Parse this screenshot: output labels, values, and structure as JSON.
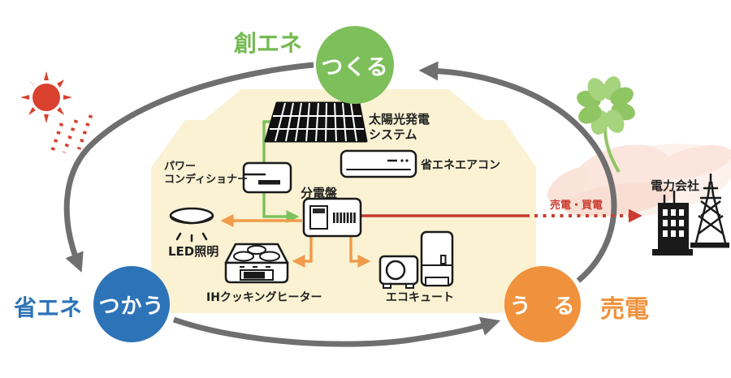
{
  "colors": {
    "create_green": "#7dbf5a",
    "use_blue": "#2d73b7",
    "sell_orange": "#f0923d",
    "house_cream": "#faf2d3",
    "cycle_gray": "#6f6f6f",
    "sun_red": "#d9402e",
    "flow_red": "#c53a2e",
    "flow_orange": "#f19a4a",
    "flow_green": "#7cc15c"
  },
  "cycle": {
    "create": {
      "label": "創エネ",
      "verb": "つくる"
    },
    "use": {
      "label": "省エネ",
      "verb": "つかう"
    },
    "sell": {
      "label": "売電",
      "verb": "う　る"
    }
  },
  "house": {
    "solar_panel": {
      "line1": "太陽光発電",
      "line2": "システム"
    },
    "aircon": {
      "label": "省エネエアコン"
    },
    "power_conditioner": {
      "line1": "パワー",
      "line2": "コンディショナー"
    },
    "distribution_board": {
      "label": "分電盤"
    },
    "led_light": {
      "label": "LED照明"
    },
    "ih_cooker": {
      "label": "IHクッキングヒーター"
    },
    "ecocute": {
      "label": "エコキュート"
    }
  },
  "grid": {
    "power_company": "電力会社",
    "trade_flow": "売電・買電"
  }
}
